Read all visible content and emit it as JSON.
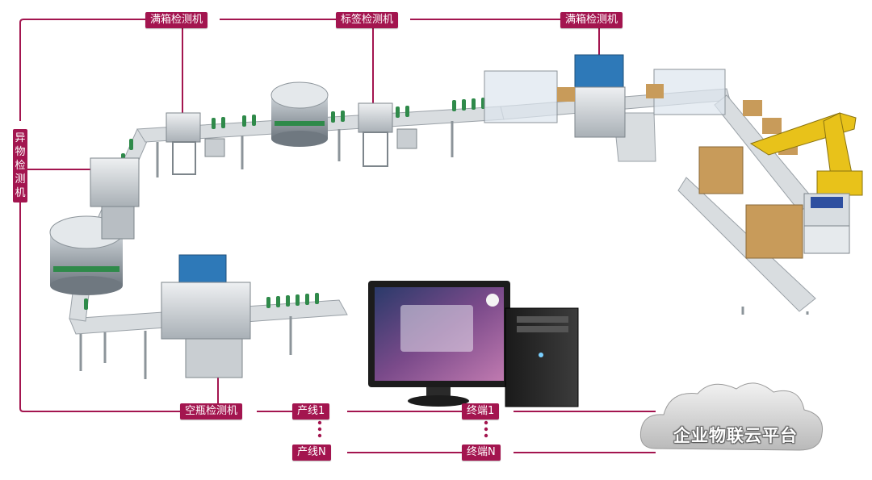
{
  "labels": {
    "full_box_1": "满箱检测机",
    "label_inspect": "标签检测机",
    "full_box_2": "满箱检测机",
    "foreign_object": "异物检测机",
    "empty_bottle": "空瓶检测机",
    "line_1": "产线1",
    "line_n": "产线N",
    "terminal_1": "终端1",
    "terminal_n": "终端N"
  },
  "cloud": {
    "label": "企业物联云平台"
  },
  "colors": {
    "accent": "#a3154f",
    "conveyor": "#d9dde0",
    "screen": "#5a3f78"
  }
}
